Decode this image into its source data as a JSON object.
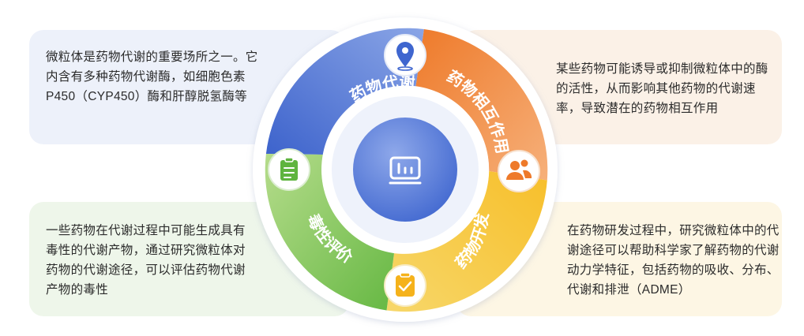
{
  "center": {
    "icon": "chart-board-icon"
  },
  "segments": [
    {
      "label": "药物代谢",
      "icon": "location-pin-icon",
      "color": "#4f76d4"
    },
    {
      "label": "药物相互作用",
      "icon": "users-icon",
      "color": "#f08a3c"
    },
    {
      "label": "药物开发",
      "icon": "checklist-icon",
      "color": "#f5b21b"
    },
    {
      "label": "毒性评价",
      "icon": "clipboard-icon",
      "color": "#6cbd4a"
    }
  ],
  "cards": {
    "top_left": "微粒体是药物代谢的重要场所之一。它内含有多种药物代谢酶，如细胞色素P450（CYP450）酶和肝醇脱氢酶等",
    "top_right": "某些药物可能诱导或抑制微粒体中的酶的活性，从而影响其他药物的代谢速率，导致潜在的药物相互作用",
    "bottom_left": " 一些药物在代谢过程中可能生成具有毒性的代谢产物，通过研究微粒体对药物的代谢途径，可以评估药物代谢产物的毒性",
    "bottom_right": "在药物研发过程中，研究微粒体中的代谢途径可以帮助科学家了解药物的代谢动力学特征，包括药物的吸收、分布、代谢和排泄（ADME）"
  }
}
